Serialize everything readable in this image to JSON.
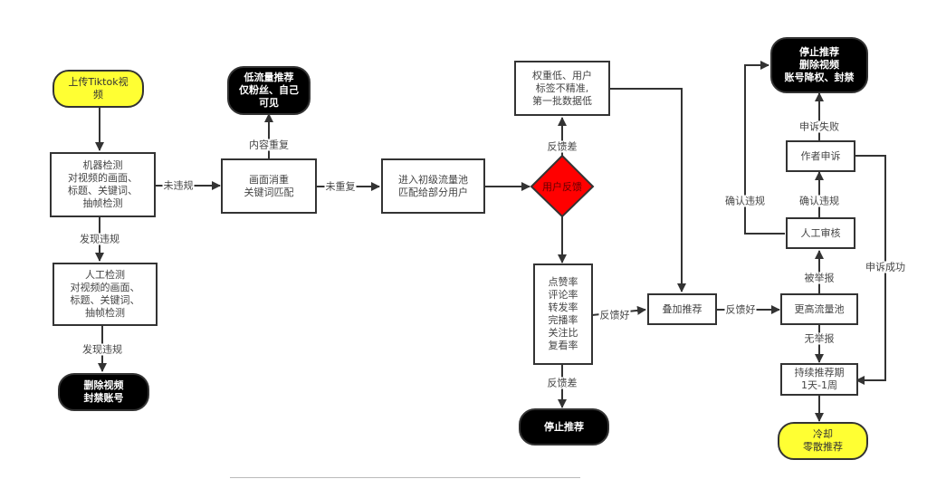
{
  "nodes": {
    "upload": "上传Tiktok视\n频",
    "machine_check": "机器检测\n对视频的画面、\n标题、关键词、\n抽帧检测",
    "manual_check": "人工检测\n对视频的画面、\n标题、关键词、\n抽帧检测",
    "delete_ban": "删除视频\n封禁账号",
    "low_traffic": "低流量推荐\n仅粉丝、自己\n可见",
    "dedup": "画面消重\n关键词匹配",
    "primary_pool": "进入初级流量池\n匹配给部分用户",
    "user_feedback": "用户反馈",
    "low_weight": "权重低、用户\n标签不精准,\n第一批数据低",
    "metrics": "点赞率\n评论率\n转发率\n完播率\n关注比\n复看率",
    "stop_rec": "停止推荐",
    "stack_rec": "叠加推荐",
    "higher_pool": "更高流量池",
    "sustained": "持续推荐期\n1天-1周",
    "cooldown": "冷却\n零散推荐",
    "manual_review": "人工审核",
    "author_appeal": "作者申诉",
    "final_ban": "停止推荐\n删除视频\n账号降权、封禁"
  },
  "edges": {
    "no_violation": "未违规",
    "found_violation_1": "发现违规",
    "found_violation_2": "发现违规",
    "duplicate_content": "内容重复",
    "not_duplicate": "未重复",
    "bad_feedback_up": "反馈差",
    "bad_feedback_down": "反馈差",
    "good_feedback_1": "反馈好",
    "good_feedback_2": "反馈好",
    "reported": "被举报",
    "no_report": "无举报",
    "confirm_violation_center": "确认违规",
    "confirm_violation_left": "确认违规",
    "appeal_failed": "申诉失败",
    "appeal_success": "申诉成功"
  },
  "colors": {
    "terminal_black": "#000000",
    "terminal_yellow": "#ffff33",
    "decision_red": "#ff0000",
    "line": "#333333"
  }
}
